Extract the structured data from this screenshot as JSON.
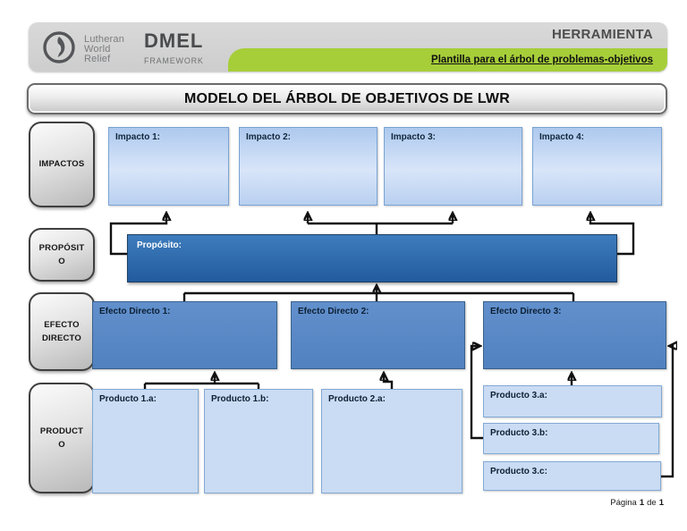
{
  "header": {
    "org": [
      "Lutheran",
      "World",
      "Relief"
    ],
    "brand": "DMEL",
    "brand_sub": "FRAMEWORK",
    "tool_title": "HERRAMIENTA",
    "ribbon_link": "Plantilla para el árbol de problemas-objetivos"
  },
  "title_banner": {
    "text": "MODELO DEL ÁRBOL DE OBJETIVOS DE LWR"
  },
  "sidebar": {
    "items": [
      {
        "label": "IMPACTOS",
        "lines": [
          "IMPACTOS"
        ]
      },
      {
        "label": "PROPÓSITO",
        "lines": [
          "PROPÓSIT",
          "O"
        ]
      },
      {
        "label": "EFECTO DIRECTO",
        "lines": [
          "EFECTO",
          "DIRECTO"
        ]
      },
      {
        "label": "PRODUCTO",
        "lines": [
          "PRODUCT",
          "O"
        ]
      }
    ]
  },
  "diagram": {
    "impactos": [
      {
        "label": "Impacto 1:"
      },
      {
        "label": "Impacto 2:"
      },
      {
        "label": "Impacto 3:"
      },
      {
        "label": "Impacto 4:"
      }
    ],
    "proposito": {
      "label": "Propósito:"
    },
    "efectos": [
      {
        "label": "Efecto Directo 1:"
      },
      {
        "label": "Efecto Directo 2:"
      },
      {
        "label": "Efecto Directo 3:"
      }
    ],
    "productos": [
      {
        "label": "Producto 1.a:"
      },
      {
        "label": "Producto 1.b:"
      },
      {
        "label": "Producto 2.a:"
      },
      {
        "label": "Producto 3.a:"
      },
      {
        "label": "Producto 3.b:"
      },
      {
        "label": "Producto 3.c:"
      }
    ]
  },
  "footer": {
    "prefix": "Página",
    "page": "1",
    "separator": "de",
    "total": "1"
  },
  "colors": {
    "header-gray": "#d9d9d9",
    "ribbon-green": "#a6ce39",
    "impacto-fill-top": "#adc9ee",
    "impacto-fill-mid": "#d8e5f9",
    "proposito-fill-top": "#3d7cbd",
    "proposito-fill-bottom": "#235c9e",
    "efecto-fill": "#5b8bc9",
    "producto-fill": "#cadcf3",
    "box-border-blue": "#7aa3d1",
    "arrow-black": "#111111"
  }
}
